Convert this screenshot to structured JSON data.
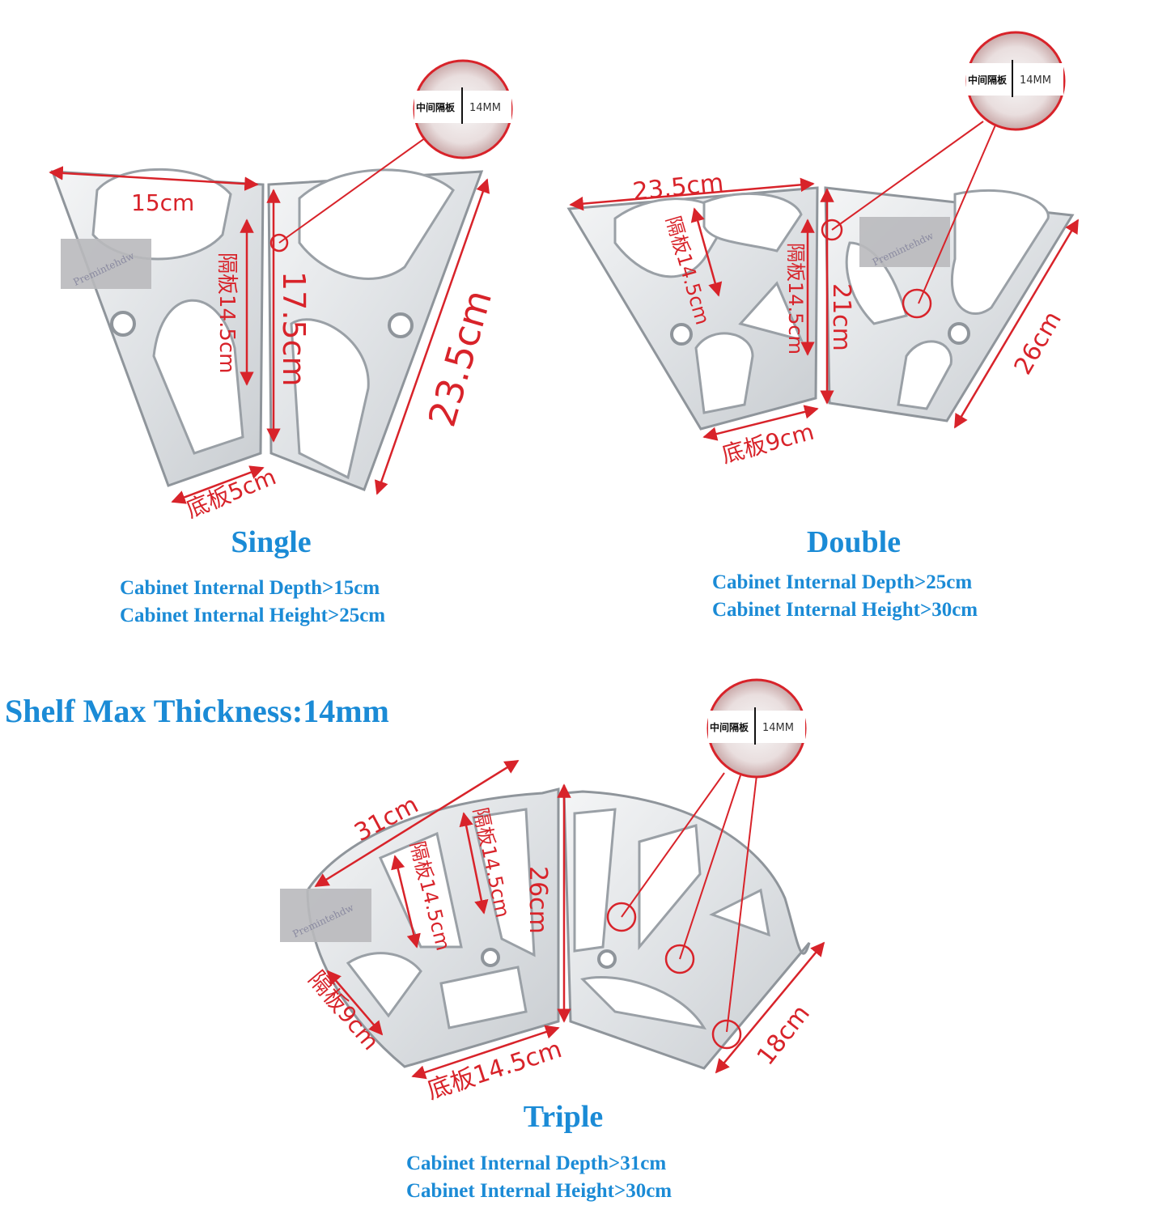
{
  "colors": {
    "accent_blue": "#1b8bd6",
    "dimension_red": "#d8232a"
  },
  "shelf_max_thickness": "Shelf Max Thickness:14mm",
  "callout": {
    "label": "中间隔板",
    "value": "14MM"
  },
  "watermark": "Premintehdw",
  "single": {
    "title": "Single",
    "depth": "Cabinet Internal Depth>15cm",
    "height": "Cabinet Internal Height>25cm",
    "dims": {
      "width": "15cm",
      "shelf": "隔板14.5cm",
      "height": "17.5cm",
      "diagonal": "23.5cm",
      "base": "底板5cm"
    }
  },
  "double": {
    "title": "Double",
    "depth": "Cabinet Internal Depth>25cm",
    "height": "Cabinet Internal Height>30cm",
    "dims": {
      "width": "23.5cm",
      "shelf_a": "隔板14.5cm",
      "shelf_b": "隔板14.5cm",
      "height": "21cm",
      "diagonal": "26cm",
      "base": "底板9cm"
    }
  },
  "triple": {
    "title": "Triple",
    "depth": "Cabinet Internal Depth>31cm",
    "height": "Cabinet Internal Height>30cm",
    "dims": {
      "width": "31cm",
      "shelf_a": "隔板14.5cm",
      "shelf_b": "隔板14.5cm",
      "height": "26cm",
      "shelf_c": "隔板9cm",
      "base": "底板14.5cm",
      "side": "18cm"
    }
  }
}
